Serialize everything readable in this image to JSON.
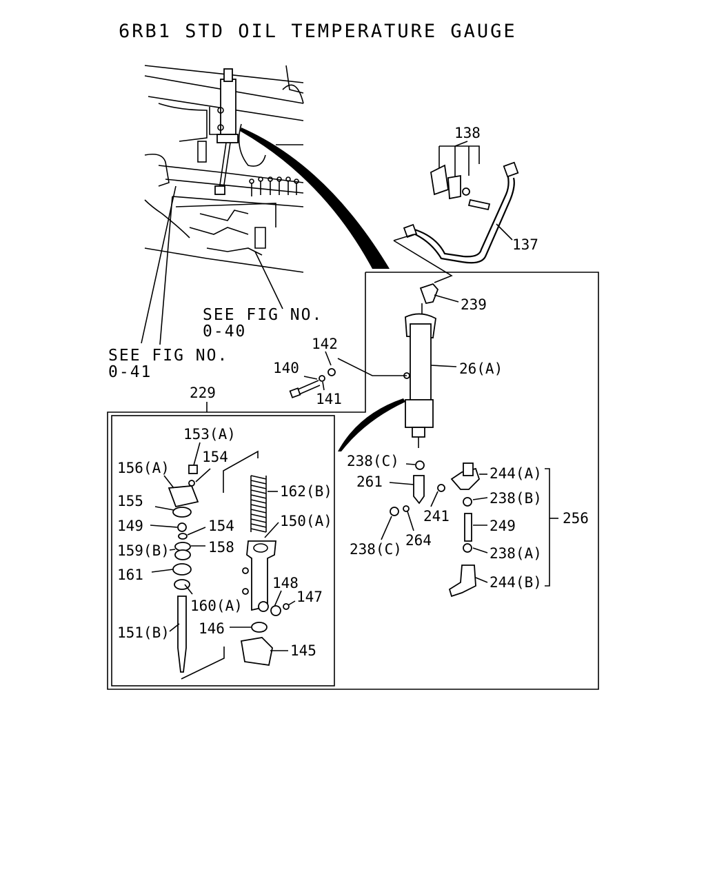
{
  "title": "6RB1 STD OIL TEMPERATURE GAUGE",
  "references": {
    "fig_0_40_line1": "SEE FIG NO.",
    "fig_0_40_line2": "0-40",
    "fig_0_41_line1": "SEE FIG NO.",
    "fig_0_41_line2": "0-41"
  },
  "callouts": {
    "p138": "138",
    "p137": "137",
    "p239": "239",
    "p142": "142",
    "p140": "140",
    "p141": "141",
    "p26a": "26(A)",
    "p229": "229",
    "p153a": "153(A)",
    "p154a": "154",
    "p156a": "156(A)",
    "p155": "155",
    "p149": "149",
    "p154b": "154",
    "p159b": "159(B)",
    "p158": "158",
    "p161": "161",
    "p160a": "160(A)",
    "p151b": "151(B)",
    "p162b": "162(B)",
    "p150a": "150(A)",
    "p148": "148",
    "p147": "147",
    "p146": "146",
    "p145": "145",
    "p238c_top": "238(C)",
    "p261": "261",
    "p241": "241",
    "p238c_bot": "238(C)",
    "p264": "264",
    "p244a": "244(A)",
    "p238b": "238(B)",
    "p249": "249",
    "p238a": "238(A)",
    "p244b": "244(B)",
    "p256": "256"
  }
}
